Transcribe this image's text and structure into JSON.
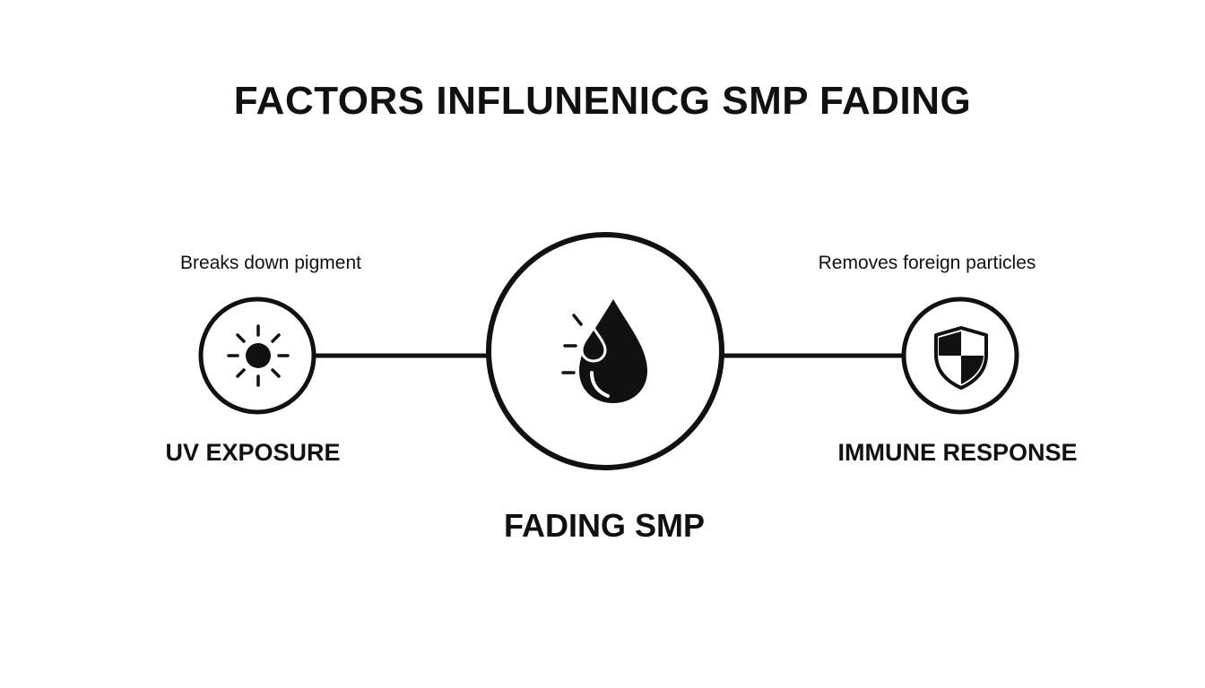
{
  "title": "FACTORS INFLUNENICG SMP FADING",
  "nodes": {
    "left": {
      "label": "UV EXPOSURE",
      "description": "Breaks down pigment",
      "icon": "sun-icon"
    },
    "center": {
      "label": "FADING SMP",
      "icon": "water-drop-icon"
    },
    "right": {
      "label": "IMMUNE RESPONSE",
      "description": "Removes foreign particles",
      "icon": "shield-icon"
    }
  },
  "colors": {
    "stroke": "#111111",
    "background": "#ffffff"
  }
}
